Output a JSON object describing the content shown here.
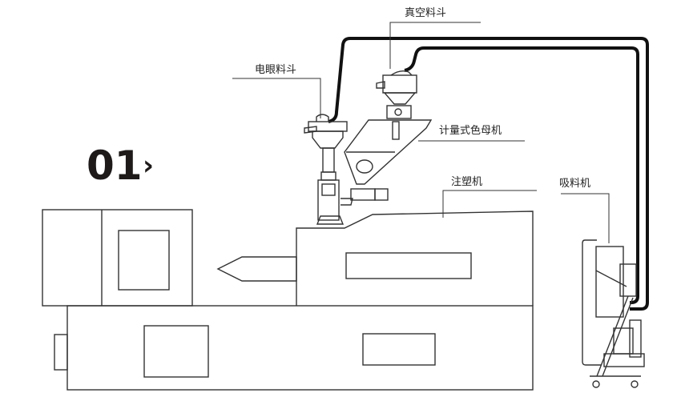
{
  "step": {
    "number": "01",
    "chevron": "›"
  },
  "labels": {
    "vacuum_hopper": "真空料斗",
    "electric_eye_hopper": "电眼料斗",
    "dosing_color_mixer": "计量式色母机",
    "injection_machine": "注塑机",
    "loader": "吸料机"
  }
}
